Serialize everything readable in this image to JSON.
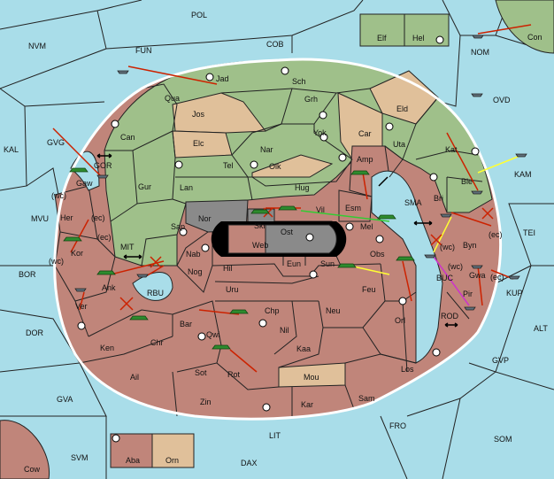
{
  "colors": {
    "sea": "#a9dde9",
    "green": "#9fc08a",
    "red": "#c0857a",
    "tan": "#e0c09a",
    "gray": "#8a8a8a",
    "white_ring": "#ffffff",
    "arrow_red": "#cc2200",
    "arrow_green": "#33cc33",
    "arrow_yellow": "#ffff33",
    "arrow_purple": "#cc33cc"
  },
  "sea_labels": [
    "POL",
    "NVM",
    "FUN",
    "COB",
    "Con",
    "NOM",
    "OVD",
    "KAL",
    "GVG",
    "GOR",
    "KAM",
    "MVU",
    "TEI",
    "SMA",
    "MIT",
    "BOR",
    "RBU",
    "BUC",
    "KUP",
    "DOR",
    "ROD",
    "ALT",
    "GVP",
    "GVA",
    "FRO",
    "SOM",
    "LIT",
    "SVM",
    "DAX"
  ],
  "land_labels": [
    "Jad",
    "Sch",
    "Qua",
    "Grh",
    "Jos",
    "Eld",
    "Can",
    "Yok",
    "Car",
    "Elc",
    "Nar",
    "Uta",
    "Tel",
    "Olk",
    "Amp",
    "Kat",
    "Gaw",
    "Gur",
    "Lan",
    "Hug",
    "Ble",
    "Bri",
    "Esm",
    "Her",
    "Nor",
    "Skr",
    "Vil",
    "Mel",
    "Sap",
    "Ost",
    "Web",
    "Byn",
    "Kor",
    "Nab",
    "Eun",
    "Sun",
    "Obs",
    "Hil",
    "Ank",
    "Nog",
    "Gwa",
    "Uru",
    "Feu",
    "Pir",
    "Ver",
    "Bar",
    "Chp",
    "Neu",
    "Orl",
    "Qwi",
    "Nil",
    "Ken",
    "Chr",
    "Kaa",
    "Los",
    "Ail",
    "Sot",
    "Rot",
    "Mou",
    "Zin",
    "Kar",
    "Sam",
    "Cow",
    "Aba",
    "Orn",
    "Elf",
    "Hel"
  ],
  "annotations": [
    "(wc)",
    "(ec)",
    "(wc)",
    "(ec)",
    "(wc)",
    "(ec)",
    "(wc)",
    "(ec)"
  ]
}
